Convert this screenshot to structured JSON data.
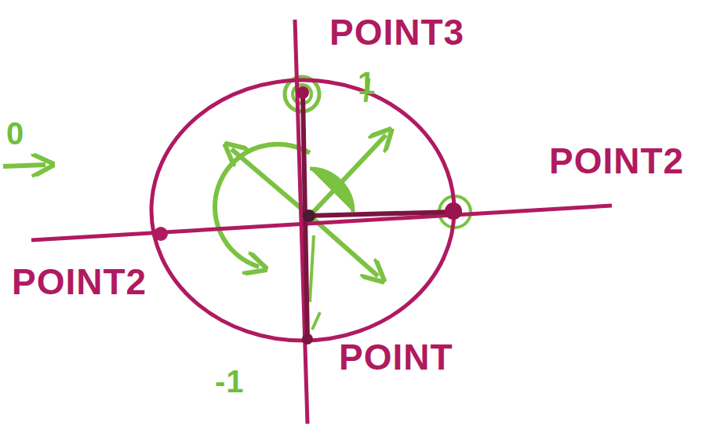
{
  "diagram": {
    "labels": [
      "POINT3",
      "1",
      "0",
      "POINT2",
      "POINT2",
      "POINT",
      "-1"
    ]
  }
}
